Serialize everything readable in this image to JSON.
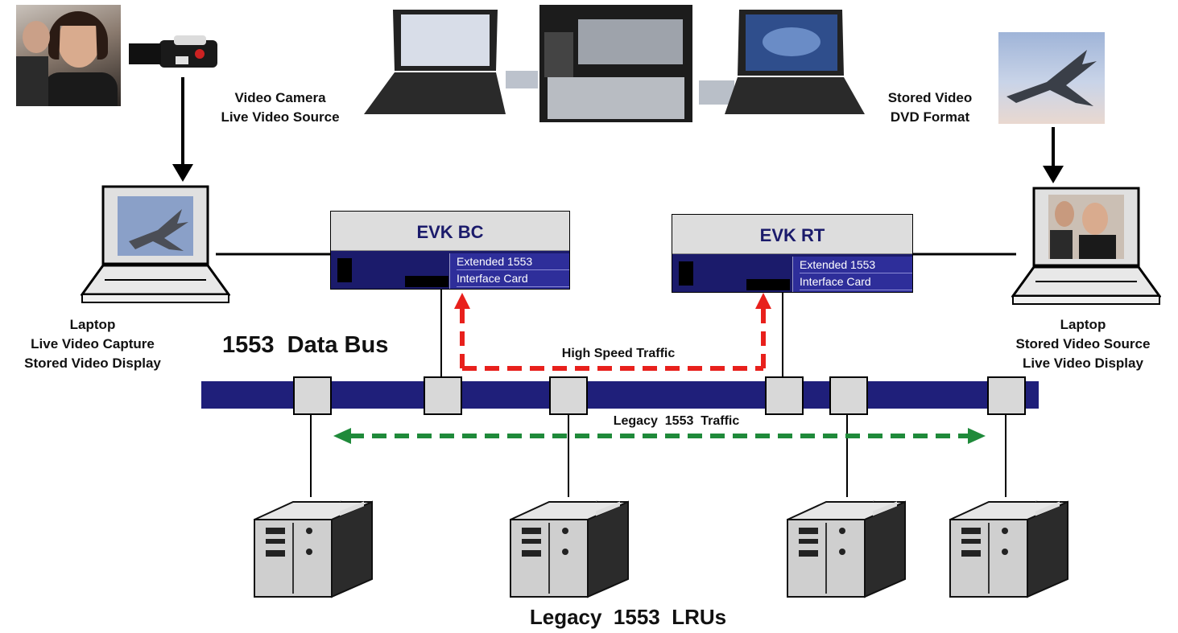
{
  "camera": {
    "label_line1": "Video Camera",
    "label_line2": "Live Video Source"
  },
  "stored": {
    "label_line1": "Stored Video",
    "label_line2": "DVD Format"
  },
  "laptop_left": {
    "line1": "Laptop",
    "line2": "Live Video Capture",
    "line3": "Stored Video Display"
  },
  "laptop_right": {
    "line1": "Laptop",
    "line2": "Stored Video Source",
    "line3": "Live Video Display"
  },
  "bus": {
    "title": "1553  Data Bus",
    "color": "#1f1f7a"
  },
  "evk_bc": {
    "title": "EVK BC",
    "card_line1": "Extended   1553",
    "card_line2": "Interface Card"
  },
  "evk_rt": {
    "title": "EVK RT",
    "card_line1": "Extended   1553",
    "card_line2": "Interface Card"
  },
  "traffic": {
    "high_speed": "High Speed Traffic",
    "legacy": "Legacy  1553  Traffic",
    "high_color": "#e8201c",
    "legacy_color": "#1f8a3a"
  },
  "lrus": {
    "label": "Legacy  1553  LRUs"
  },
  "icons": [
    "people-photo",
    "camcorder-icon",
    "hardware-photo",
    "jet-photo",
    "laptop-icon",
    "server-icon"
  ]
}
